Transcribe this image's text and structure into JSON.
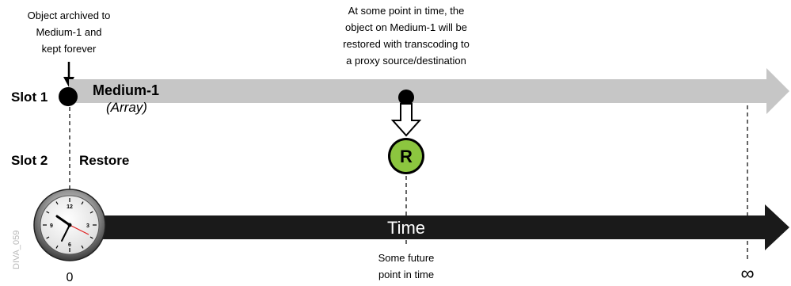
{
  "callouts": {
    "archived": [
      "Object archived to",
      "Medium-1 and",
      "kept forever"
    ],
    "restore_note": [
      "At some point in time, the",
      "object on Medium-1 will be",
      "restored with transcoding to",
      "a proxy source/destination"
    ],
    "future": [
      "Some future",
      "point in time"
    ]
  },
  "slots": {
    "slot1": "Slot 1",
    "slot2": "Slot 2"
  },
  "medium": {
    "name": "Medium-1",
    "type": "(Array)"
  },
  "restore_label": "Restore",
  "restore_badge": "R",
  "timeline": {
    "label": "Time",
    "start": "0",
    "end": "∞"
  },
  "clock_numbers": [
    "12",
    "3",
    "6",
    "9"
  ],
  "figure_id": "DIVA_059",
  "colors": {
    "medium_bar": "#c6c6c6",
    "time_bar": "#1a1a1a",
    "restore_badge": "#8cc63f",
    "clock_hand_second": "#e02020"
  }
}
